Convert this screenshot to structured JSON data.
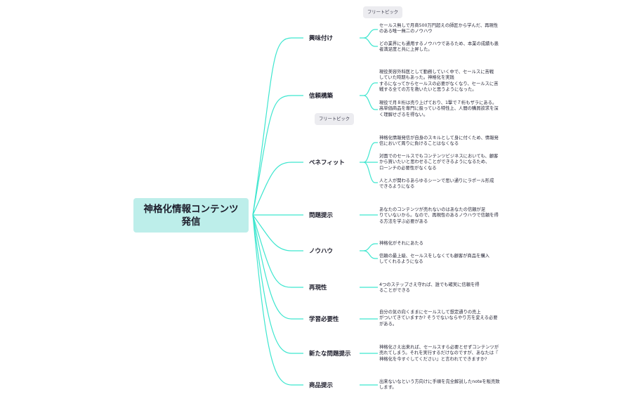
{
  "root": {
    "line1": "神格化情報コンテンツ",
    "line2": "発信"
  },
  "colors": {
    "connector": "#3ee6cf",
    "root_bg": "#bdeeea",
    "tag_bg": "#ececf0"
  },
  "tags": [
    {
      "label": "フリートピック"
    },
    {
      "label": "フリートピック"
    }
  ],
  "branches": [
    {
      "label": "興味付け",
      "children": [
        "セールス無しで月商500万円超えの師匠から学んだ、再現性\nのある唯一無二のノウハウ",
        "どの業界にも通用するノウハウであるため、本業の成績も患\n者満足度と共に上昇した。"
      ]
    },
    {
      "label": "信頼構築",
      "children": [
        "現役美容外科医として勤務していく中で、セールスに苦戦\nしていた時期もあった。神格化を実践\nするになってからセールスの必要がなくなり、セールスに苦\n戦する全ての方を救いたいと思うようになった。",
        "現役で月８桁は売り上げており、1撃で７桁もザラにある。\n高単価商品を専門に扱っている特性上、人間の購買欲求を深\nく理解せざるを得ない。"
      ]
    },
    {
      "label": "ベネフィット",
      "children": [
        "神格化情報発信が自身のスキルとして身に付くため、情報発\n信において周りに負けることはなくなる",
        "対面でのセールスでもコンテンツビジネスにおいても、顧客\nから買いたいと思わせることができるようになるため、\nローンチの必要性がなくなる",
        "人と人が関わるあらゆるシーンで思い通りにラポール形成\nできるようになる"
      ]
    },
    {
      "label": "問題提示",
      "children": [
        "あなたのコンテンツが売れないのはあなたの信頼が足\nりていないから。なので、再現性のあるノウハウで信頼を得\nる方法を学ぶ必要がある"
      ]
    },
    {
      "label": "ノウハウ",
      "children": [
        "神格化がそれにあたる",
        "信頼の最上級、セールスをしなくても顧客が商品を購入\nしてくれるようになる"
      ]
    },
    {
      "label": "再現性",
      "children": [
        "4つのステップさえ守れば、誰でも確実に信頼を得\nることができる"
      ]
    },
    {
      "label": "学習必要性",
      "children": [
        "自分の気の向くままにセールスして想定通りの売上\nがついてきていますか? そうでないならやり方を変える必要\nがある。"
      ]
    },
    {
      "label": "新たな問題提示",
      "children": [
        "神格化さえ出来れば、セールスすら必要とせずコンテンツが\n売れてしまう。それを実行するだけなのですが、あなたは『\n神格化を今すぐしてください』と言われてできますか?"
      ]
    },
    {
      "label": "商品提示",
      "children": [
        "出来ないなという方向けに手順を完全解説したnoteを販売致\nします。"
      ]
    }
  ]
}
